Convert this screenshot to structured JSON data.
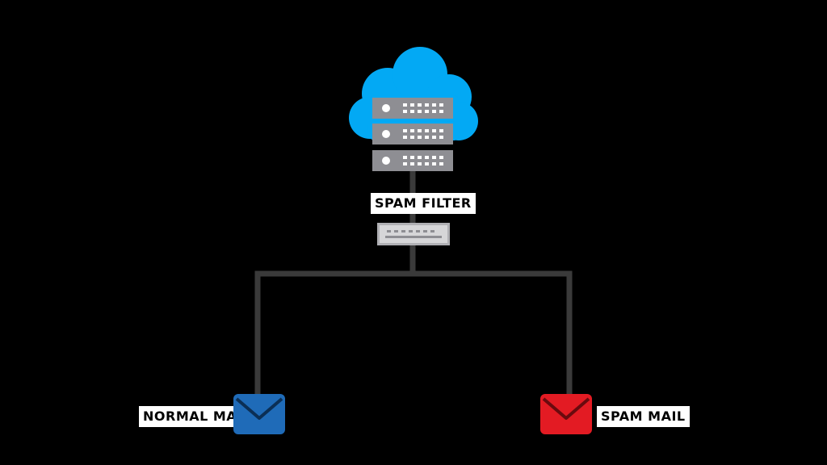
{
  "labels": {
    "spam_filter": "SPAM FILTER",
    "normal_mail": "NORMAL MAIL",
    "spam_mail": "SPAM MAIL"
  },
  "icons": {
    "cloud": "cloud-icon",
    "server": "server-rack-icon",
    "filter": "filter-device-icon",
    "normal_mail": "envelope-icon",
    "spam_mail": "envelope-icon"
  },
  "colors": {
    "background": "#000000",
    "cloud": "#03a9f4",
    "server_body": "#8e8e93",
    "server_light": "#ffffff",
    "wire": "#3a3a3a",
    "normal_mail": "#1f6bb8",
    "spam_mail": "#e31b23",
    "label_bg": "#ffffff",
    "label_text": "#000000"
  }
}
